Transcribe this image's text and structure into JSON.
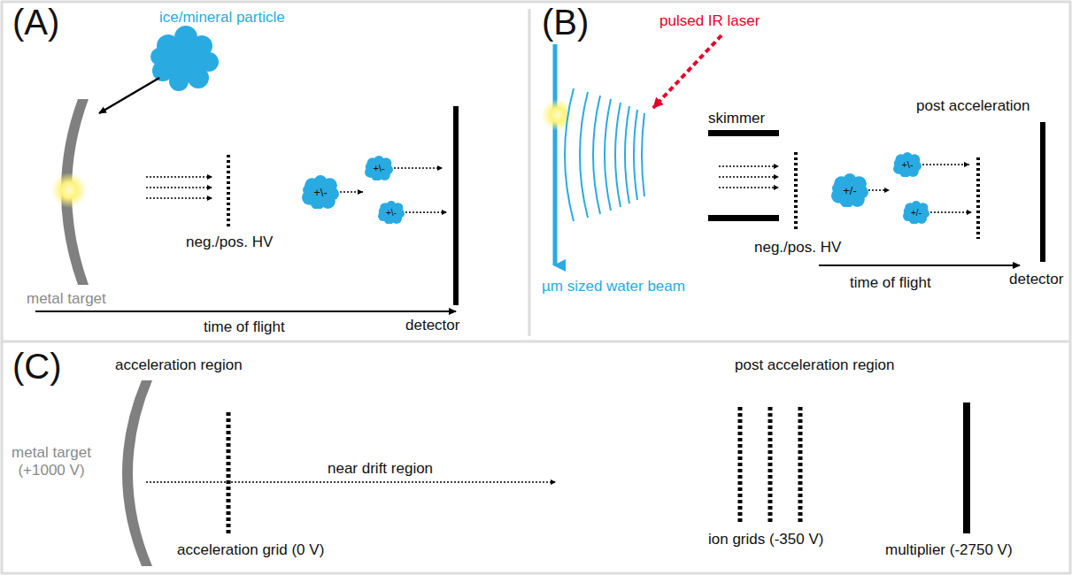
{
  "diagram": {
    "nodes": [
      {
        "text": [
          "+\\-"
        ]
      },
      {
        "text": [
          "+\\-"
        ]
      },
      {
        "text": [
          "+\\-"
        ]
      },
      {
        "text": [
          "+/-"
        ]
      },
      {
        "text": [
          "+\\-"
        ]
      },
      {
        "text": [
          "+/-"
        ]
      }
    ],
    "labels": [
      "(A)",
      "ice/mineral particle",
      "metal target",
      "neg./pos. HV",
      "detector",
      "time of flight",
      "(B)",
      "pulsed IR laser",
      "skimmer",
      "post acceleration",
      "µm sized water beam",
      "neg./pos. HV",
      "detector",
      "time of flight",
      "(C)",
      "acceleration region",
      "metal target (+1000 V)",
      "acceleration grid (0 V)",
      "near drift region",
      "post acceleration region",
      "ion grids (-350 V)",
      "multiplier (-2750 V)"
    ]
  }
}
